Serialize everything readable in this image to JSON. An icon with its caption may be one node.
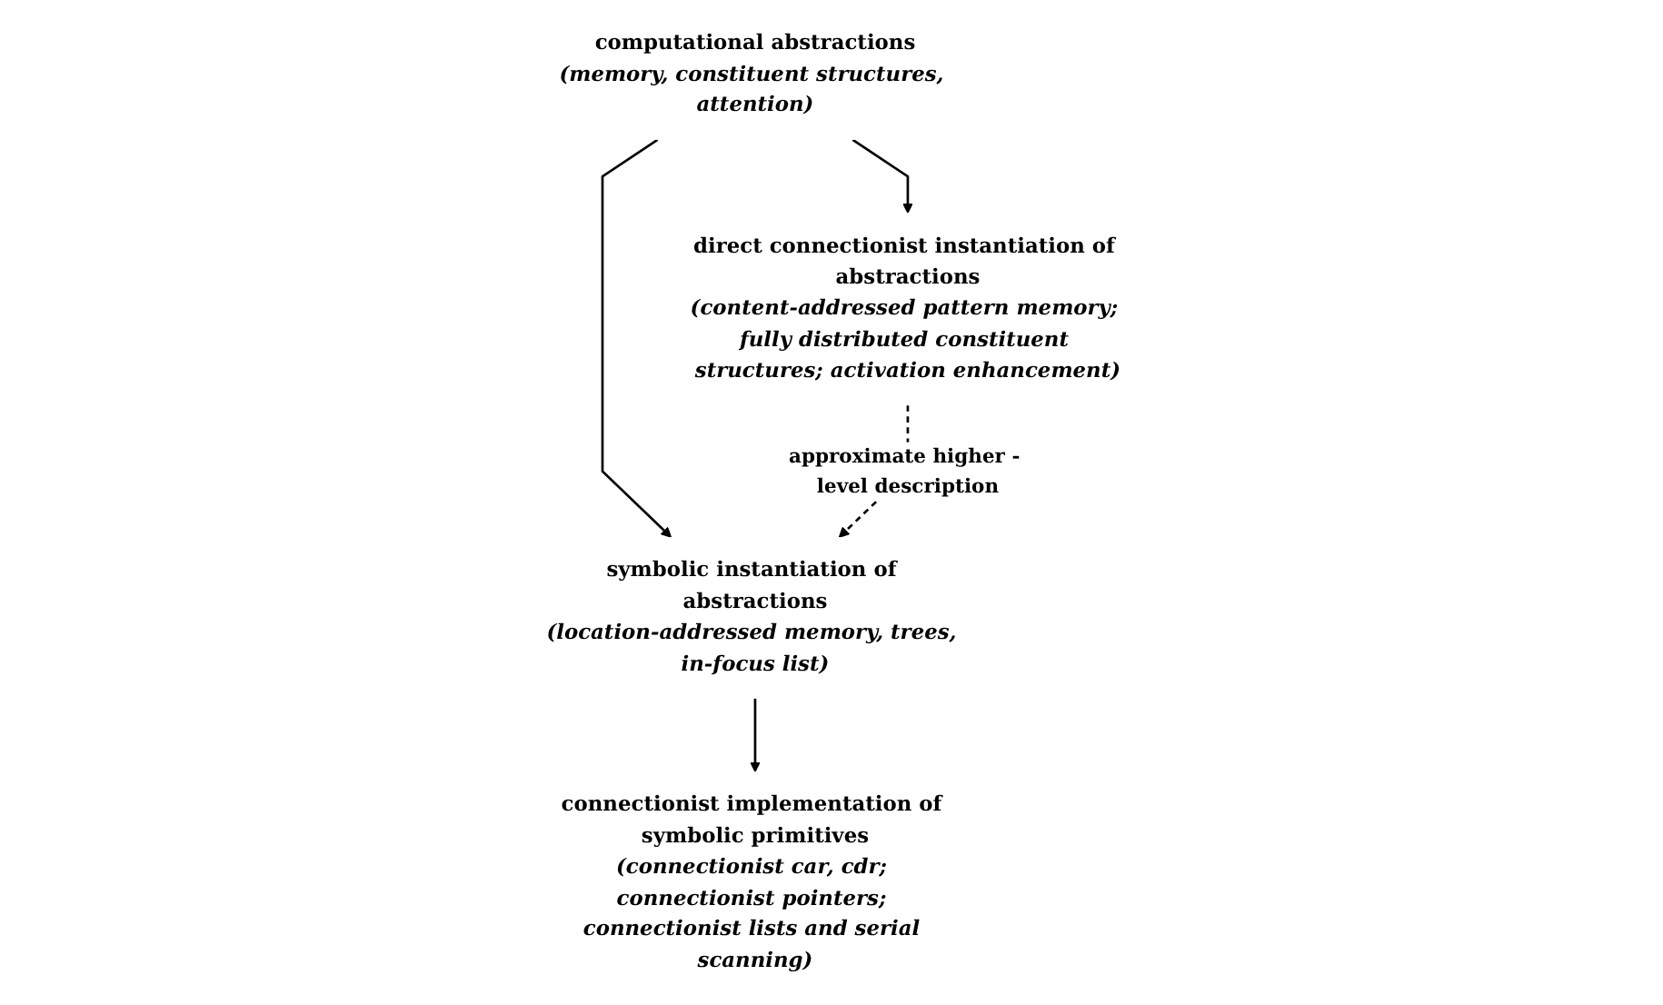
{
  "diagram": {
    "nodes": [
      {
        "text": [
          "computational abstractions",
          "(memory, constituent structures, attention)"
        ]
      },
      {
        "text": [
          "symbolic instantiation of abstractions",
          "(location-addressed memory, trees, in-focus list)"
        ]
      },
      {
        "text": [
          "direct connectionist instantiation of abstractions",
          "(content-addressed pattern memory; fully distributed constituent structures; activation enhancement)"
        ]
      },
      {
        "text": [
          "connectionist implementation of symbolic primitives",
          "(connectionist car, cdr; connectionist pointers; connectionist lists and serial scanning)"
        ]
      }
    ],
    "edges": [
      {
        "from": 0,
        "to": 1,
        "arrow": "to"
      },
      {
        "from": 0,
        "to": 2,
        "arrow": "to"
      },
      {
        "from": 2,
        "to": 1,
        "arrow": "to",
        "style": "dashed",
        "label": "approximate higher - level description"
      },
      {
        "from": 1,
        "to": 3,
        "arrow": "to"
      }
    ]
  }
}
